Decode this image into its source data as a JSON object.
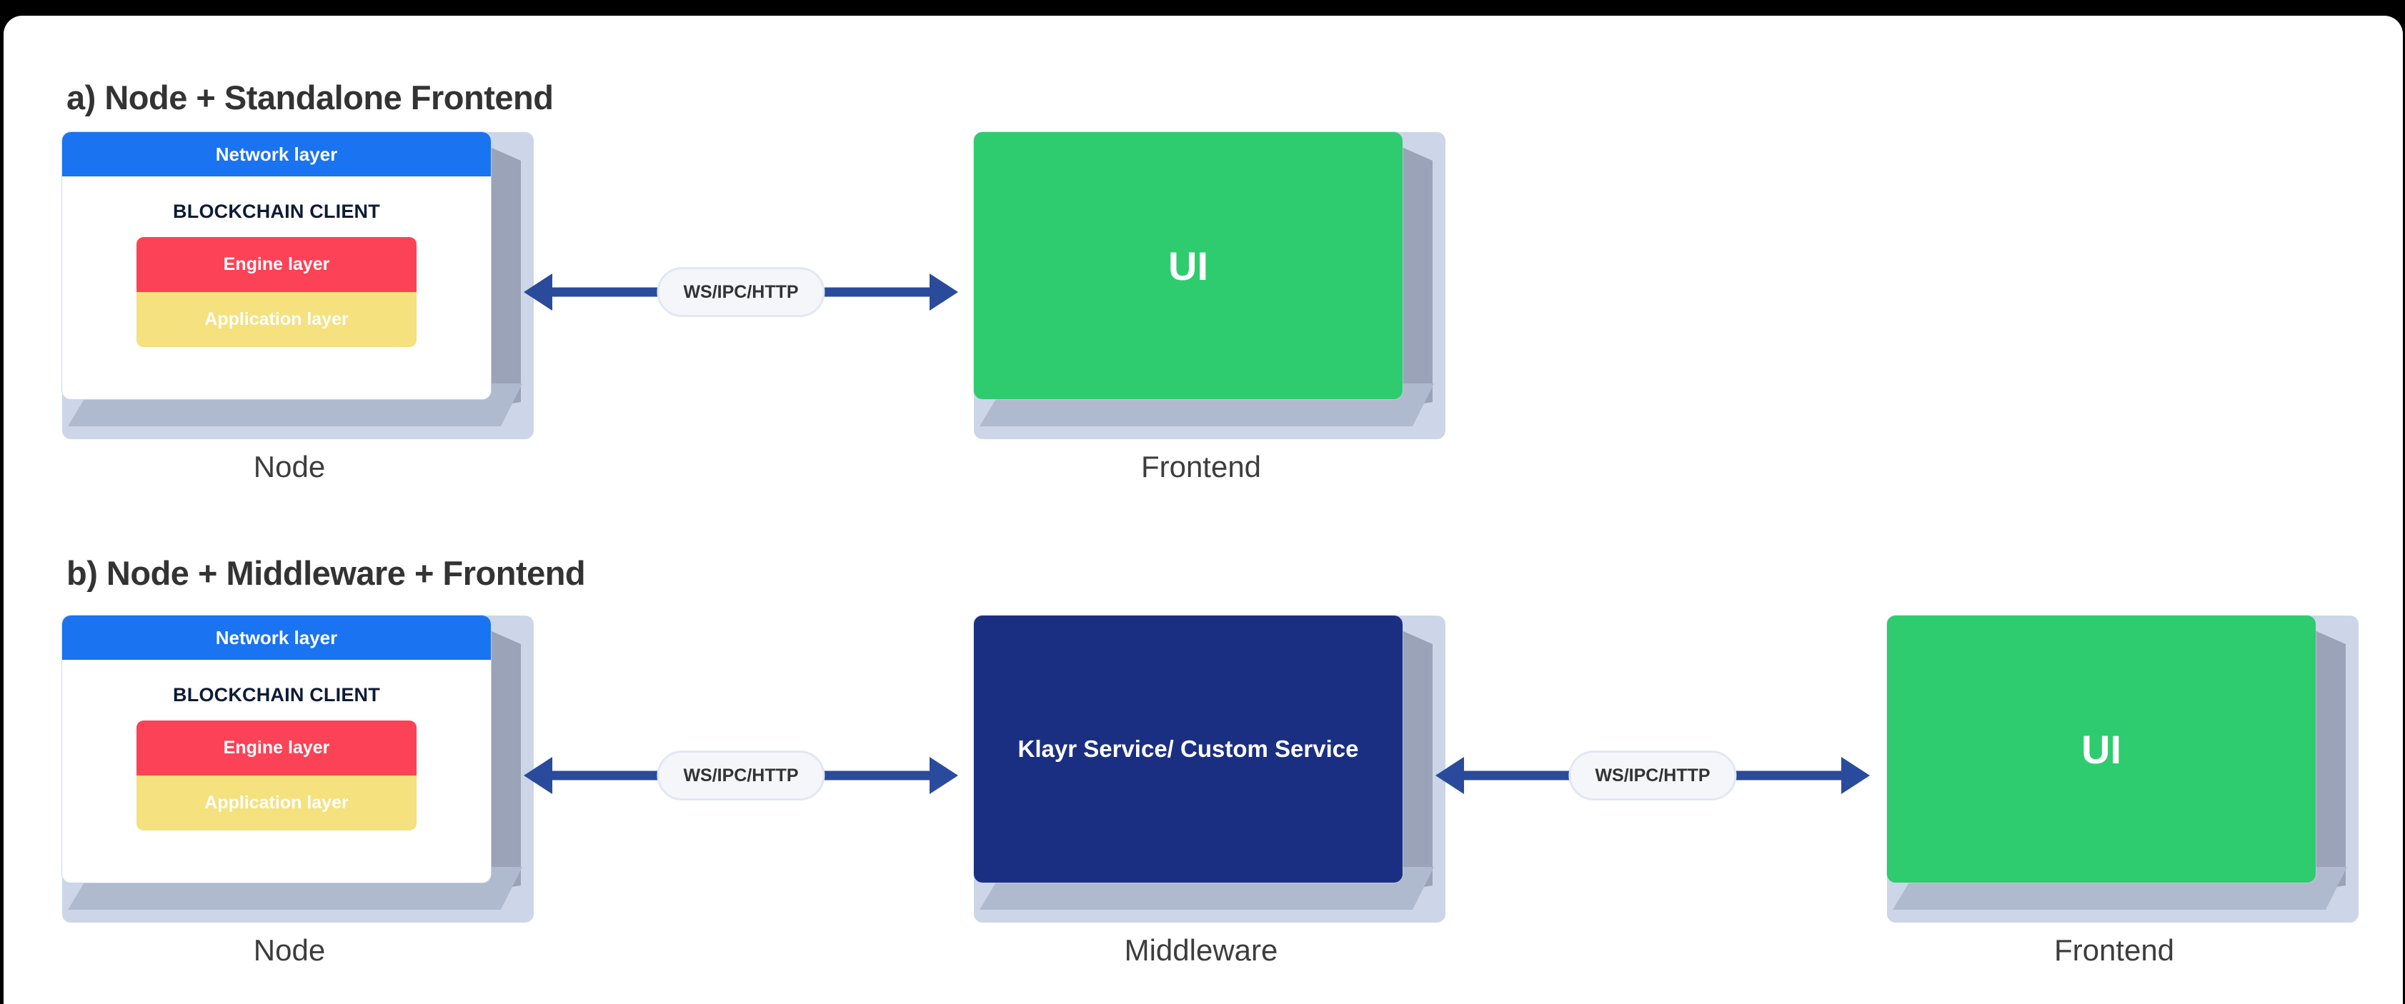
{
  "page": {
    "background": "#000000",
    "canvas_background": "#ffffff"
  },
  "palette": {
    "network_layer": "#1a73f0",
    "engine_layer": "#fc4257",
    "application_layer": "#f5e17d",
    "ui_block": "#2ecc6e",
    "middleware_block": "#1b2f82",
    "arrow": "#2a4b9b",
    "block_side_face": "#9ba3b8",
    "block_bottom_face": "#b0bace",
    "block_outline": "#ccd6e8",
    "pill_fill": "#f4f6fa",
    "pill_border": "#e2e8f2",
    "heading_text": "#333333",
    "caption_text": "#3d3d3d",
    "client_title_text": "#0d1b36"
  },
  "sections": [
    {
      "id": "a",
      "title": "a) Node + Standalone Frontend",
      "node": {
        "network_layer_label": "Network layer",
        "client_title": "BLOCKCHAIN CLIENT",
        "engine_layer_label": "Engine layer",
        "application_layer_label": "Application layer",
        "caption": "Node"
      },
      "connector": {
        "label": "WS/IPC/HTTP",
        "direction": "bidirectional"
      },
      "frontend": {
        "label": "UI",
        "caption": "Frontend"
      }
    },
    {
      "id": "b",
      "title": "b) Node + Middleware + Frontend",
      "node": {
        "network_layer_label": "Network layer",
        "client_title": "BLOCKCHAIN CLIENT",
        "engine_layer_label": "Engine layer",
        "application_layer_label": "Application layer",
        "caption": "Node"
      },
      "connector_left": {
        "label": "WS/IPC/HTTP",
        "direction": "bidirectional"
      },
      "middleware": {
        "label": "Klayr Service/ Custom Service",
        "label_line_1": "Klayr Service/ Custom",
        "label_line_2": "Service",
        "caption": "Middleware"
      },
      "connector_right": {
        "label": "WS/IPC/HTTP",
        "direction": "bidirectional"
      },
      "frontend": {
        "label": "UI",
        "caption": "Frontend"
      }
    }
  ]
}
